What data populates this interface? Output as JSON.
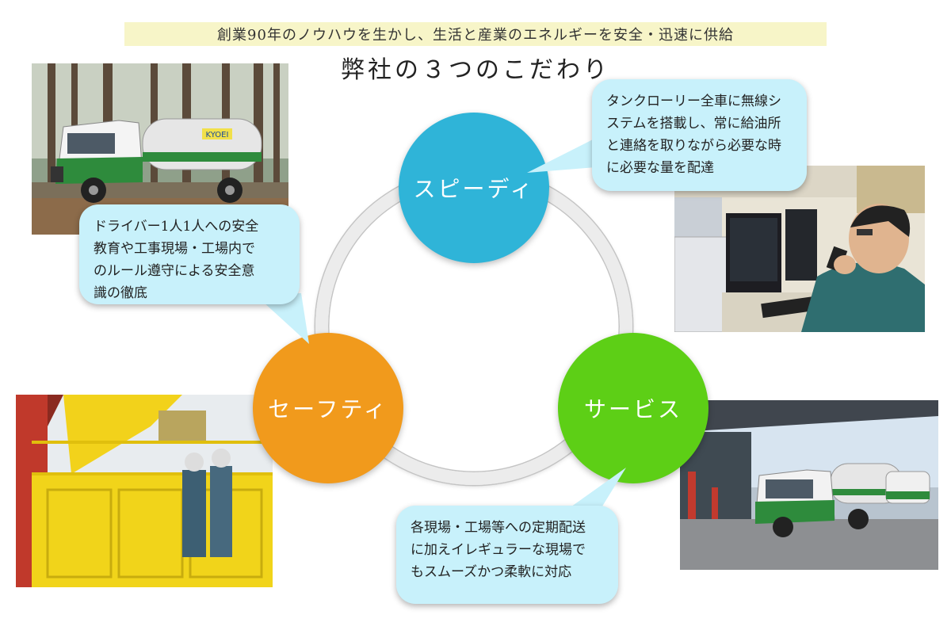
{
  "tagline": "創業90年のノウハウを生かし、生活と産業のエネルギーを安全・迅速に供給",
  "title": "弊社の３つのこだわり",
  "nodes": {
    "speedy": {
      "label": "スピーディ",
      "color": "#2fb4d8"
    },
    "safety": {
      "label": "セーフティ",
      "color": "#f19a1c"
    },
    "service": {
      "label": "サービス",
      "color": "#5dcf16"
    }
  },
  "bubbles": {
    "speedy": {
      "lines": [
        "タンクローリー全車に無線シ",
        "ステムを搭載し、常に給油所",
        "と連絡を取りながら必要な時",
        "に必要な量を配達"
      ]
    },
    "safety": {
      "lines": [
        "ドライバー1人1人への安全",
        "教育や工事現場・工場内で",
        "のルール遵守による安全意",
        "識の徹底"
      ]
    },
    "service": {
      "lines": [
        "各現場・工場等への定期配送",
        "に加えイレギュラーな現場で",
        "もスムーズかつ柔軟に対応"
      ]
    }
  },
  "photos": {
    "truck_forest": {
      "truck_logo": "KYOEI"
    }
  }
}
